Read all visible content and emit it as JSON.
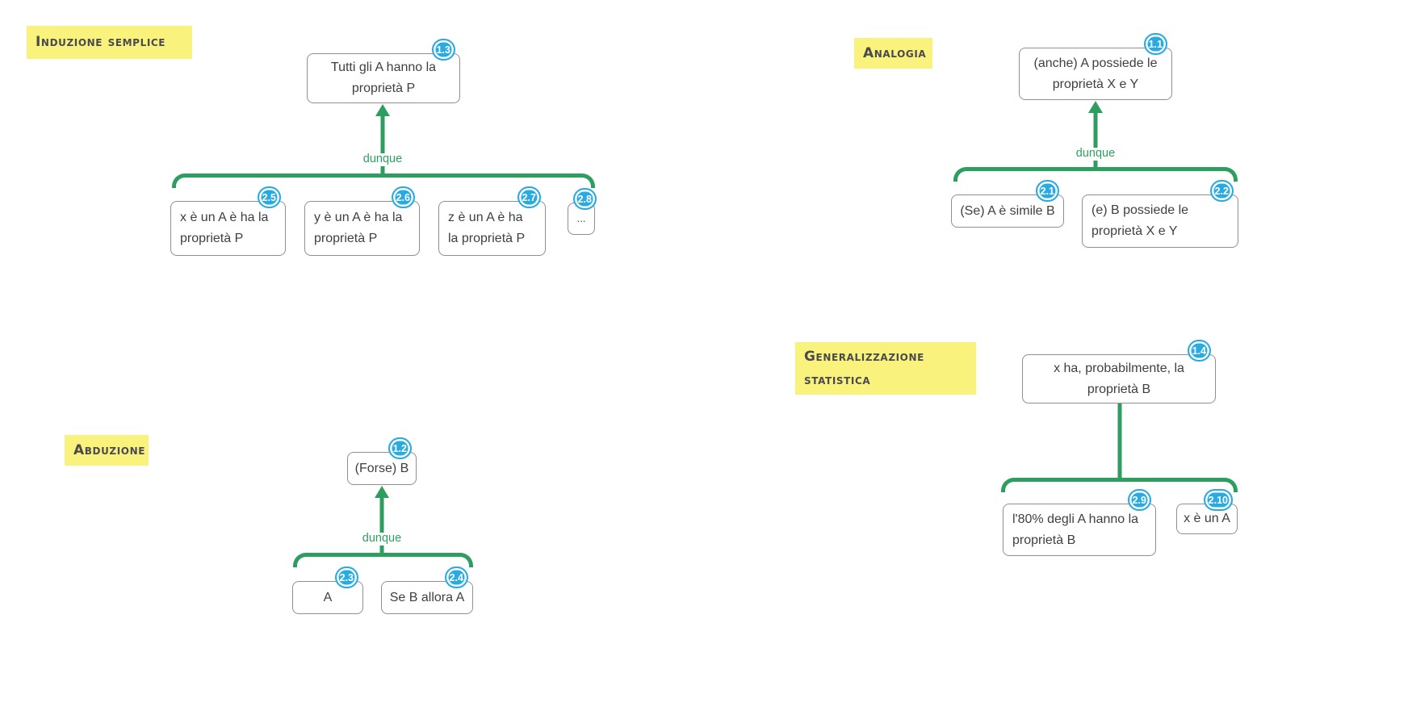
{
  "palette": {
    "connector_green": "#2e9e60",
    "badge_blue": "#29abe2",
    "topic_yellow": "#f9f37e",
    "box_border_gray": "#8f8f92",
    "text_gray": "#3f3f42"
  },
  "trees": [
    {
      "name": "Induzione semplice",
      "linking_word": "dunque",
      "conclusion": {
        "id": "1.3",
        "text": "Tutti gli A hanno la proprietà P"
      },
      "premises": [
        {
          "id": "2.5",
          "text": "x è un A è ha la proprietà P"
        },
        {
          "id": "2.6",
          "text": "y è un A è ha la proprietà P"
        },
        {
          "id": "2.7",
          "text": "z è un A è ha la proprietà P"
        },
        {
          "id": "2.8",
          "text": "..."
        }
      ]
    },
    {
      "name": "Analogia",
      "linking_word": "dunque",
      "conclusion": {
        "id": "1.1",
        "text": "(anche) A possiede le proprietà X e Y"
      },
      "premises": [
        {
          "id": "2.1",
          "text": "(Se) A è simile B"
        },
        {
          "id": "2.2",
          "text": "(e) B possiede le proprietà X e Y"
        }
      ]
    },
    {
      "name": "Abduzione",
      "linking_word": "dunque",
      "conclusion": {
        "id": "1.2",
        "text": "(Forse) B"
      },
      "premises": [
        {
          "id": "2.3",
          "text": "A"
        },
        {
          "id": "2.4",
          "text": "Se B allora A"
        }
      ]
    },
    {
      "name": "Generalizzazione statistica",
      "linking_word": "",
      "conclusion": {
        "id": "1.4",
        "text": "x ha, probabilmente, la proprietà B"
      },
      "premises": [
        {
          "id": "2.9",
          "text": "l'80% degli A hanno la proprietà B"
        },
        {
          "id": "2.10",
          "text": "x è un A"
        }
      ]
    }
  ]
}
